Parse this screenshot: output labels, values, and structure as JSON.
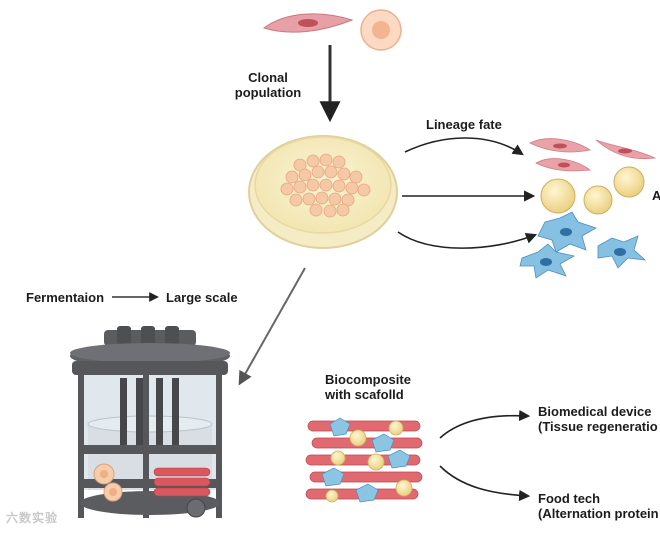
{
  "labels": {
    "clonal_population": "Clonal\npopulation",
    "lineage_fate": "Lineage fate",
    "adipo_fragment": "A",
    "fermentation": "Fermentaion",
    "large_scale": "Large scale",
    "biocomposite": "Biocomposite\nwith scafolld",
    "biomedical_device": "Biomedical device\n(Tissue regeneratio",
    "food_tech": "Food tech\n(Alternation protein"
  },
  "watermark": "六数实验",
  "colors": {
    "muscle_pink": "#e8a2a8",
    "muscle_nucleus": "#c0505a",
    "fat_yellow": "#f4dfa0",
    "neural_blue": "#7ab8dc",
    "neural_nucleus": "#2f6fa5",
    "dish_rim": "#efe3b2",
    "reactor_gray": "#5c5e63",
    "arrow_dark": "#222222"
  }
}
